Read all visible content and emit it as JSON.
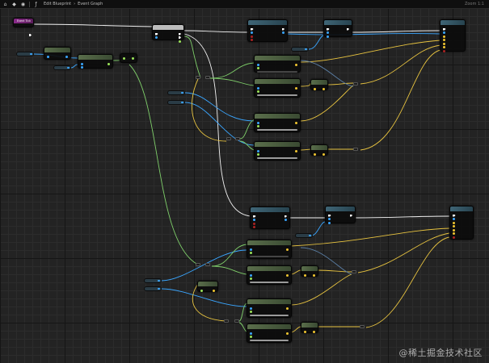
{
  "toolbar": {
    "icons": [
      "home-icon",
      "pin-icon",
      "eye-icon",
      "function-icon"
    ],
    "breadcrumb": [
      "Edit Blueprint",
      "Event Graph"
    ],
    "zoom": "Zoom 1:1"
  },
  "colors": {
    "exec": "#ffffff",
    "vector": "#f0c530",
    "object": "#3aa6ff",
    "float": "#9be55a",
    "boolean": "#aa2222"
  },
  "event_node": {
    "title": "Event Tick"
  },
  "watermark": "@稀土掘金技术社区"
}
